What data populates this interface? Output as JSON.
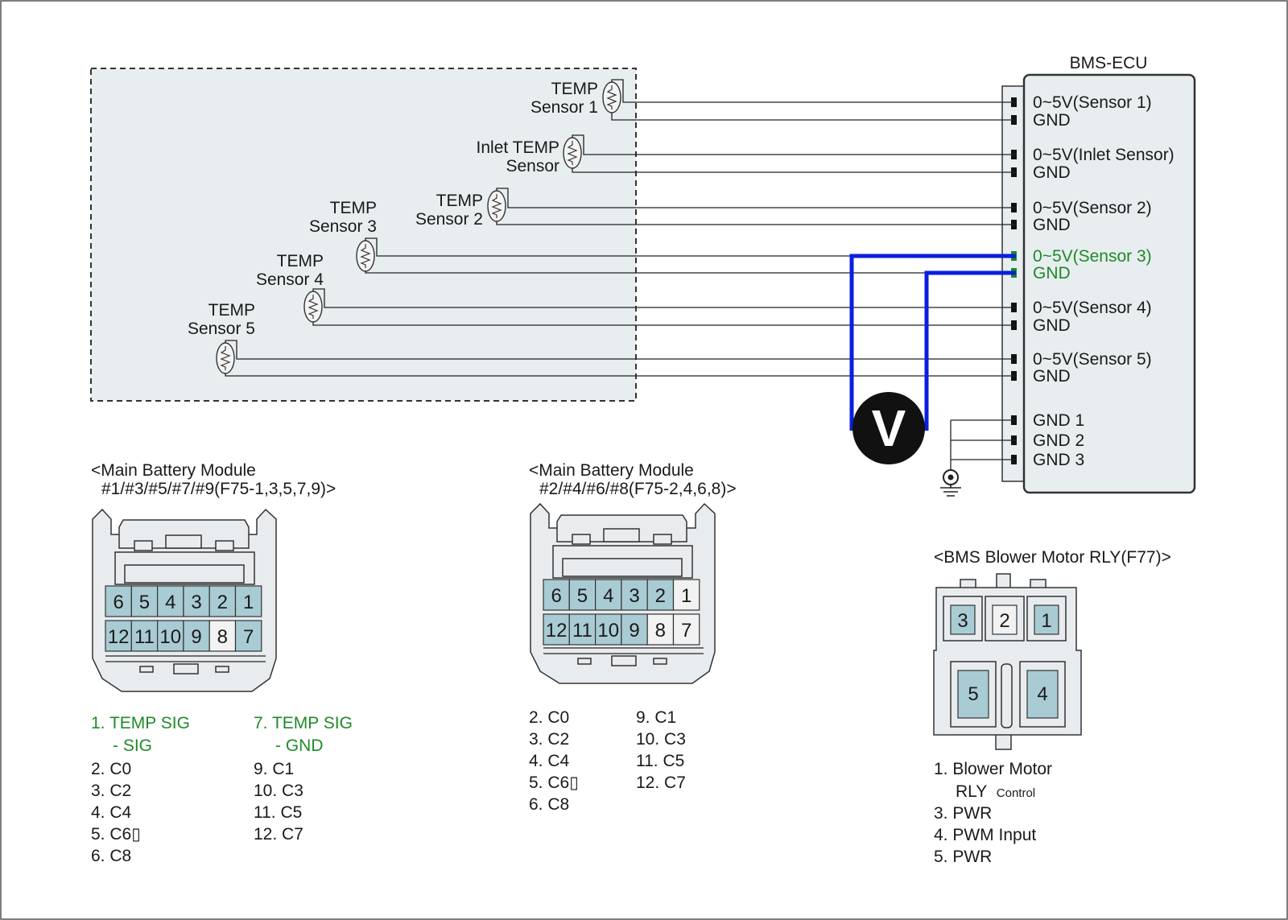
{
  "ecu": {
    "title": "BMS-ECU",
    "pins": [
      "0~5V(Sensor 1)",
      "GND",
      "0~5V(Inlet Sensor)",
      "GND",
      "0~5V(Sensor 2)",
      "GND",
      "0~5V(Sensor 3)",
      "GND",
      "0~5V(Sensor 4)",
      "GND",
      "0~5V(Sensor 5)",
      "GND"
    ],
    "ground_pins": [
      "GND 1",
      "GND 2",
      "GND 3"
    ],
    "highlight_color": "#1e8a28"
  },
  "sensors": [
    {
      "line1": "TEMP",
      "line2": "Sensor 1"
    },
    {
      "line1": "Inlet TEMP",
      "line2": "Sensor"
    },
    {
      "line1": "TEMP",
      "line2": "Sensor 2"
    },
    {
      "line1": "TEMP",
      "line2": "Sensor 3"
    },
    {
      "line1": "TEMP",
      "line2": "Sensor 4"
    },
    {
      "line1": "TEMP",
      "line2": "Sensor 5"
    }
  ],
  "voltmeter": {
    "symbol": "V",
    "probe_color": "#0a1ee0"
  },
  "connector_a": {
    "title_line1": "<Main Battery Module",
    "title_line2": "#1/#3/#5/#7/#9(F75-1,3,5,7,9)>",
    "row_top": [
      "6",
      "5",
      "4",
      "3",
      "2",
      "1"
    ],
    "row_bottom": [
      "12",
      "11",
      "10",
      "9",
      "8",
      "7"
    ],
    "legend_green": [
      "1. TEMP SIG",
      "- SIG",
      "7. TEMP SIG",
      "- GND"
    ],
    "legend_left": [
      "2. C0",
      "3. C2",
      "4. C4",
      "5. C6▯",
      "6. C8"
    ],
    "legend_right": [
      "9. C1",
      "10. C3",
      "11. C5",
      "12. C7"
    ]
  },
  "connector_b": {
    "title_line1": "<Main Battery Module",
    "title_line2": "#2/#4/#6/#8(F75-2,4,6,8)>",
    "row_top": [
      "6",
      "5",
      "4",
      "3",
      "2",
      "1"
    ],
    "row_bottom": [
      "12",
      "11",
      "10",
      "9",
      "8",
      "7"
    ],
    "legend_left": [
      "2. C0",
      "3. C2",
      "4. C4",
      "5. C6▯",
      "6. C8"
    ],
    "legend_right": [
      "9. C1",
      "10. C3",
      "11. C5",
      "12. C7"
    ]
  },
  "relay": {
    "title": "<BMS Blower Motor RLY(F77)>",
    "pins": [
      "3",
      "2",
      "1",
      "5",
      "4"
    ],
    "legend": [
      "1. Blower Motor",
      "RLY",
      "Control",
      "3. PWR",
      "4. PWM Input",
      "5. PWR"
    ]
  }
}
